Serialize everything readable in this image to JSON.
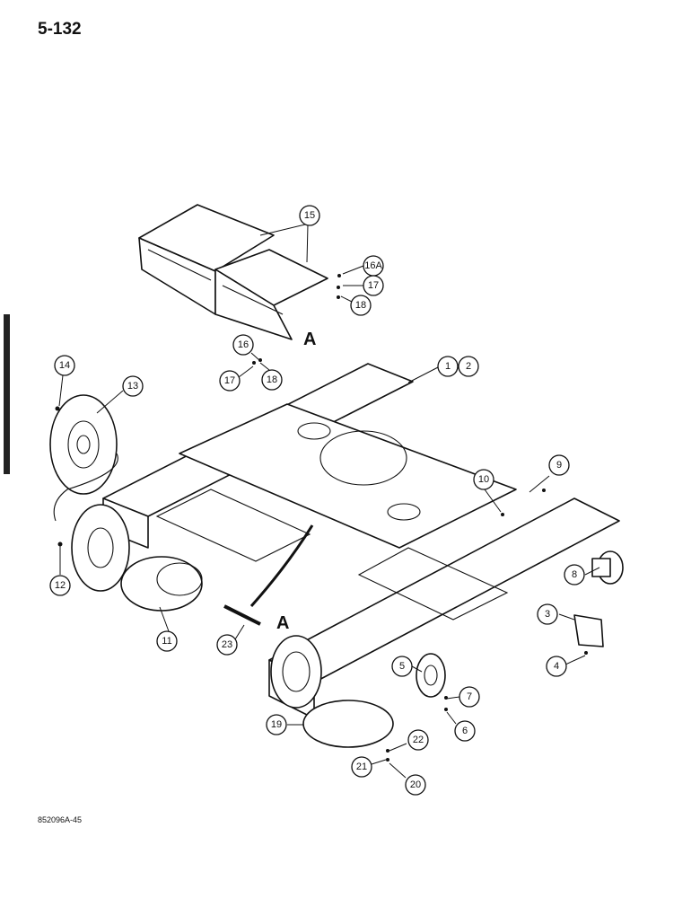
{
  "page": {
    "number": "5-132",
    "figure_code": "852096A-45"
  },
  "view_label": "A",
  "callouts": [
    "1",
    "2",
    "3",
    "4",
    "5",
    "6",
    "7",
    "8",
    "9",
    "10",
    "11",
    "12",
    "13",
    "14",
    "15",
    "16A",
    "17",
    "18",
    "16",
    "17",
    "18",
    "19",
    "20",
    "21",
    "22",
    "23"
  ]
}
